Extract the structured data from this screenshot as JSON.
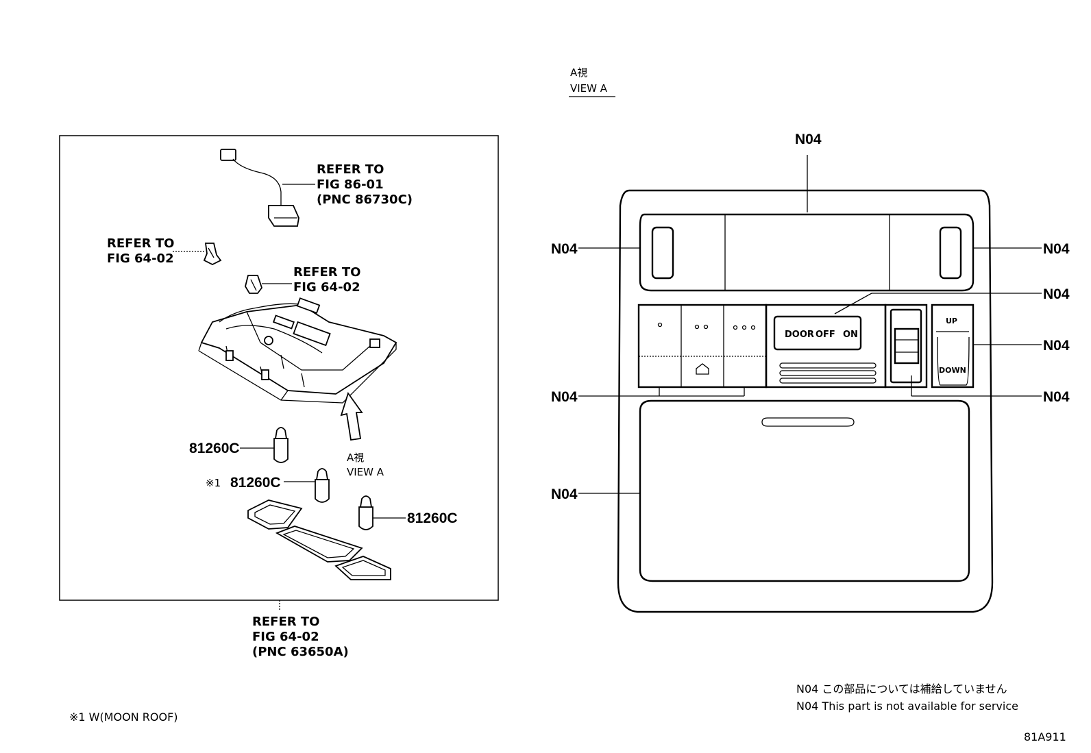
{
  "view_a": {
    "jp": "A視",
    "en": "VIEW A"
  },
  "left_panel": {
    "refer_86": [
      "REFER TO",
      "FIG 86-01",
      "(PNC 86730C)"
    ],
    "refer_64_left": [
      "REFER TO",
      "FIG 64-02"
    ],
    "refer_64_mid": [
      "REFER TO",
      "FIG 64-02"
    ],
    "refer_64_bottom": [
      "REFER TO",
      "FIG 64-02",
      "(PNC 63650A)"
    ],
    "bulb_label_1": "81260C",
    "bulb_label_2_prefix": "※1",
    "bulb_label_2": "81260C",
    "bulb_label_3": "81260C",
    "arrow_caption": {
      "jp": "A視",
      "en": "VIEW A"
    }
  },
  "right_panel": {
    "callouts": [
      "N04",
      "N04",
      "N04",
      "N04",
      "N04",
      "N04",
      "N04",
      "N04"
    ],
    "switch_labels": {
      "door": "DOOR",
      "off": "OFF",
      "on": "ON",
      "up": "UP",
      "down": "DOWN"
    }
  },
  "notes": {
    "n04_jp": "N04 この部品については補給していません",
    "n04_en": "N04 This part is not available for service",
    "footnote": "※1 W(MOON ROOF)",
    "figure_id": "81A911"
  }
}
